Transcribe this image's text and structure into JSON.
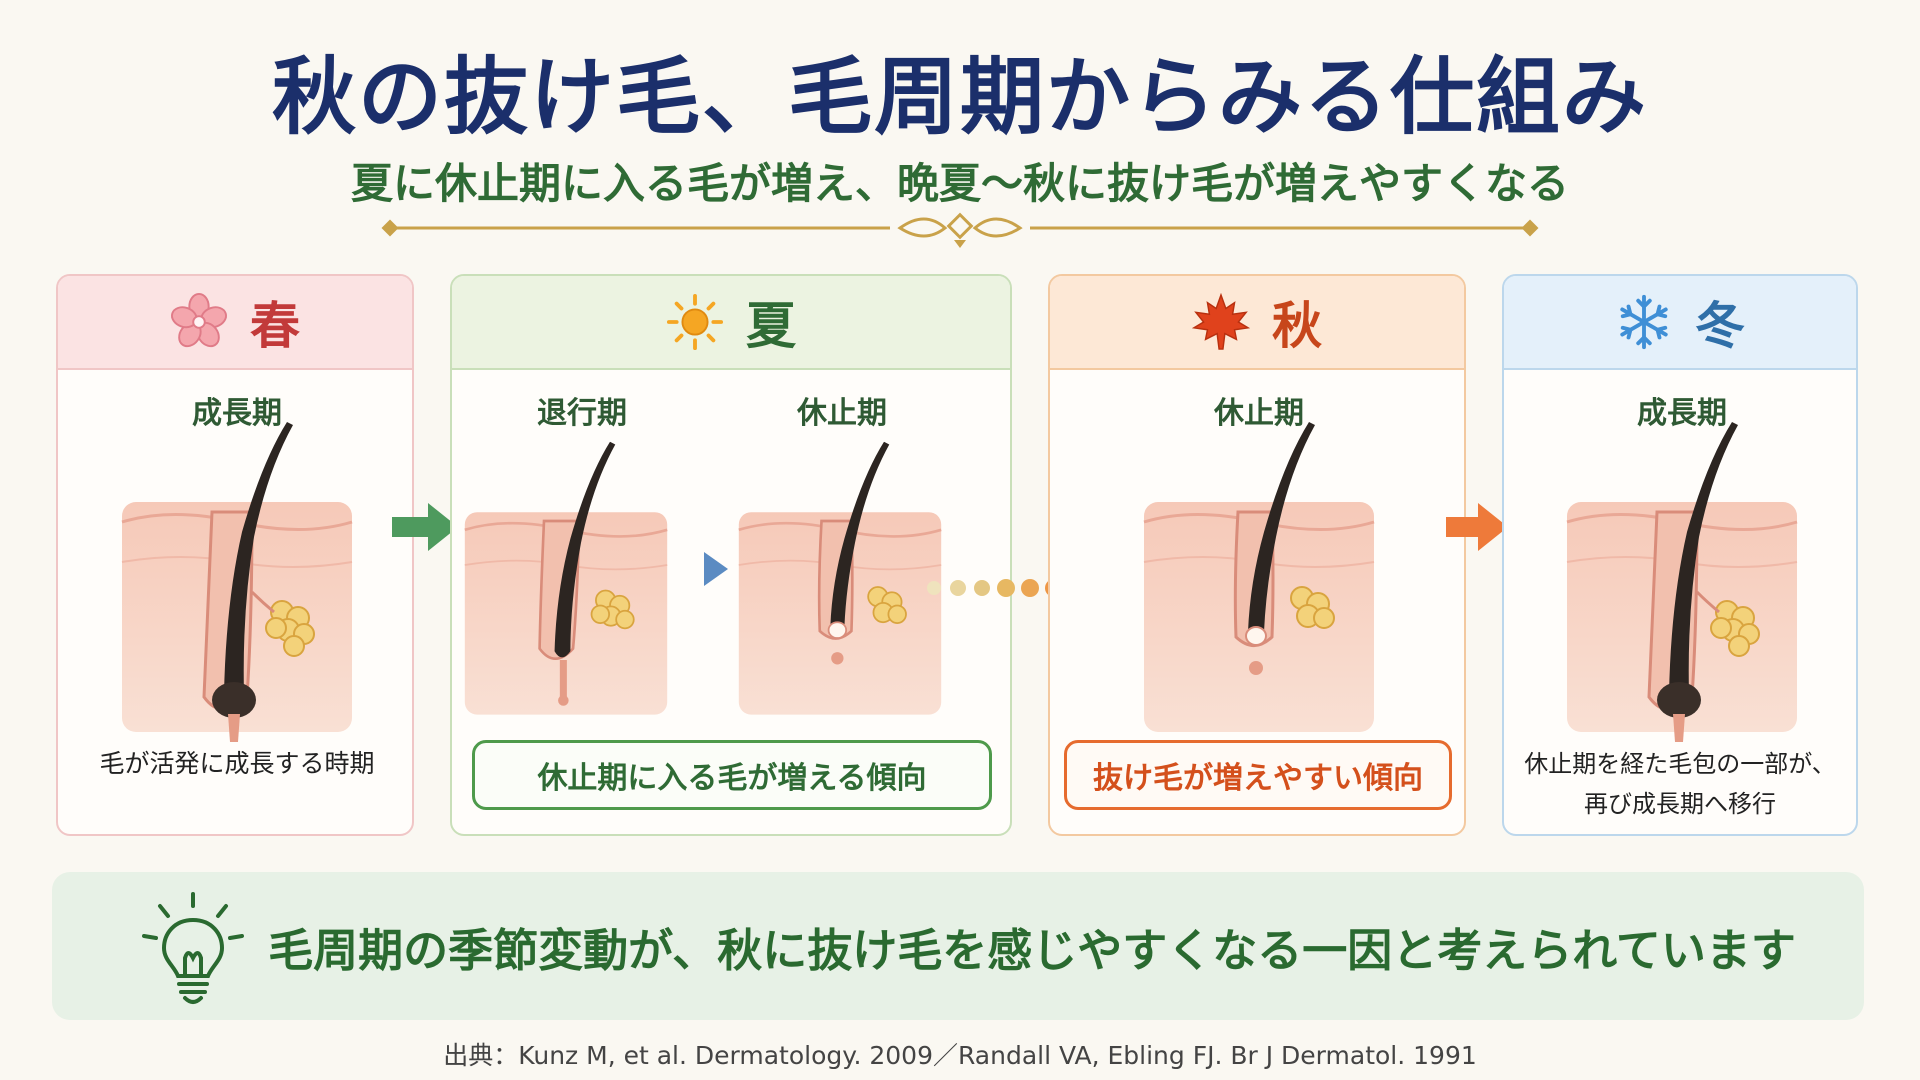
{
  "title": "秋の抜け毛、毛周期からみる仕組み",
  "subtitle": "夏に休止期に入る毛が増え、晩夏〜秋に抜け毛が増えやすくなる",
  "seasons": {
    "spring": {
      "label": "春",
      "phase": "成長期",
      "note": "毛が活発に成長する時期"
    },
    "summer": {
      "label": "夏",
      "phase1": "退行期",
      "phase2": "休止期",
      "note": "休止期に入る毛が増える傾向"
    },
    "autumn": {
      "label": "秋",
      "phase": "休止期",
      "note": "抜け毛が増えやすい傾向"
    },
    "winter": {
      "label": "冬",
      "phase": "成長期",
      "note_line1": "休止期を経た毛包の一部が、",
      "note_line2": "再び成長期へ移行"
    }
  },
  "conclusion": "毛周期の季節変動が、秋に抜け毛を感じやすくなる一因と考えられています",
  "source": "出典：Kunz M, et al. Dermatology. 2009／Randall VA, Ebling FJ. Br J Dermatol. 1991",
  "colors": {
    "title": "#1b2f6b",
    "green": "#2f6b35",
    "spring": "#c23a3a",
    "autumn": "#d4501c",
    "winter": "#2f6fa8"
  },
  "icons": [
    "cherry-blossom-icon",
    "sun-icon",
    "maple-leaf-icon",
    "snowflake-icon",
    "lightbulb-icon"
  ]
}
